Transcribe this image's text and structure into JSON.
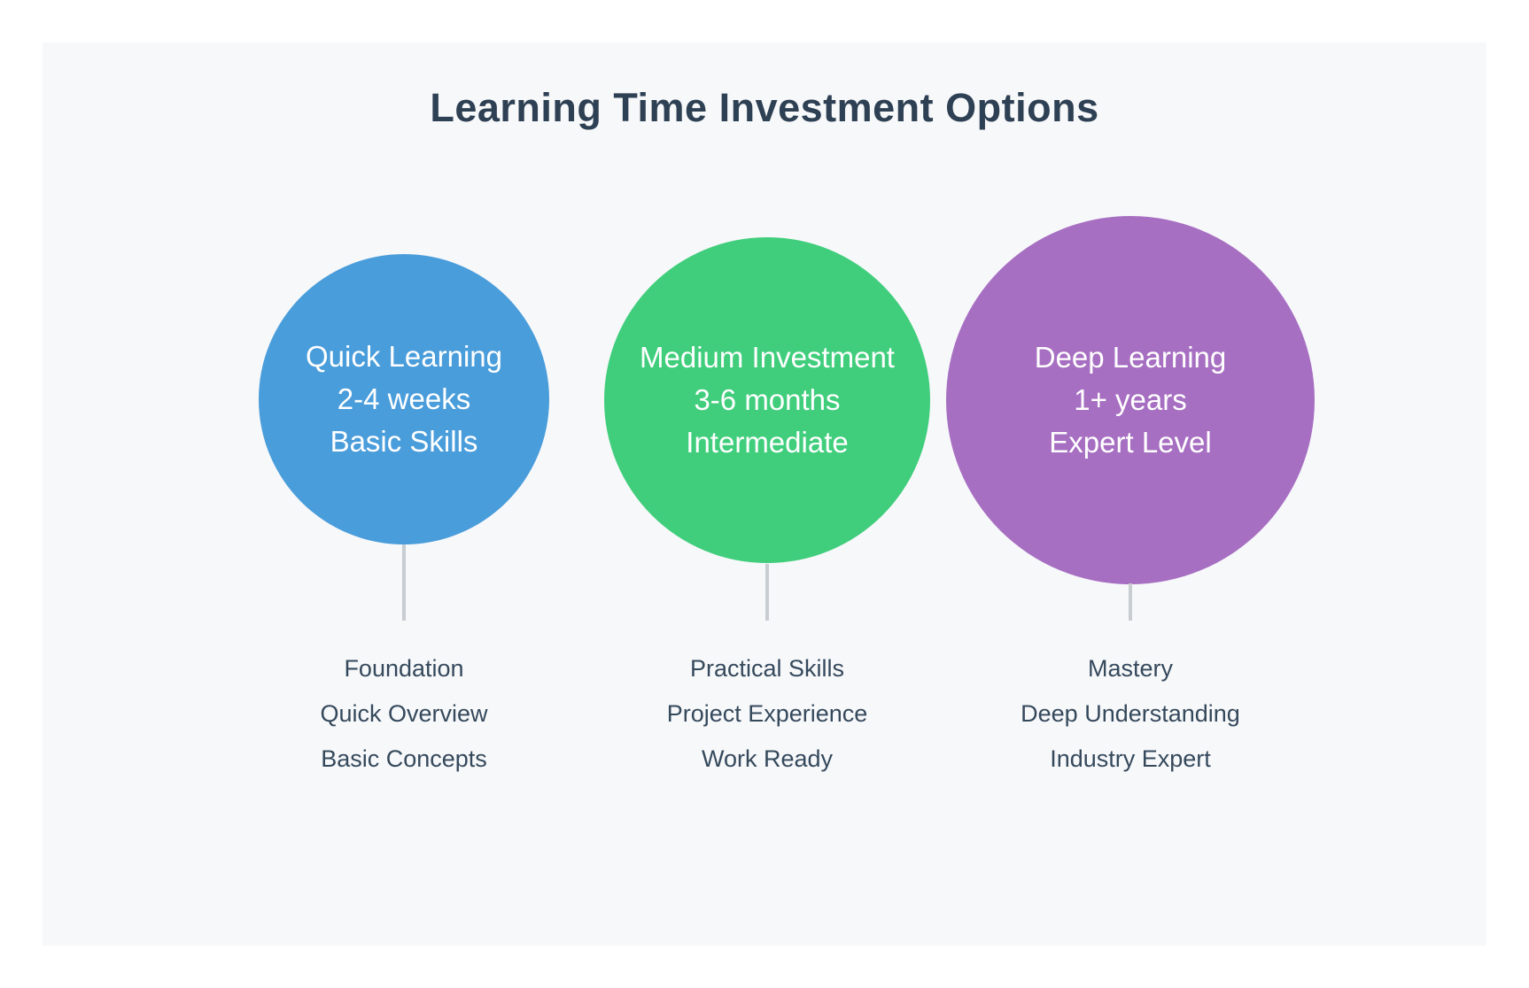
{
  "title": "Learning Time Investment Options",
  "options": [
    {
      "name": "Quick Learning",
      "duration": "2-4 weeks",
      "level": "Basic Skills",
      "color": "#4a9ddb",
      "details": [
        "Foundation",
        "Quick Overview",
        "Basic Concepts"
      ]
    },
    {
      "name": "Medium Investment",
      "duration": "3-6 months",
      "level": "Intermediate",
      "color": "#40ce7c",
      "details": [
        "Practical Skills",
        "Project Experience",
        "Work Ready"
      ]
    },
    {
      "name": "Deep Learning",
      "duration": "1+ years",
      "level": "Expert Level",
      "color": "#a76fc2",
      "details": [
        "Mastery",
        "Deep Understanding",
        "Industry Expert"
      ]
    }
  ],
  "colors": {
    "panel_background": "#f7f8fa",
    "page_background": "#ffffff",
    "title_text": "#2e4053",
    "detail_text": "#35495c",
    "connector_line": "#c8cdd2",
    "circle_text": "#ffffff"
  }
}
